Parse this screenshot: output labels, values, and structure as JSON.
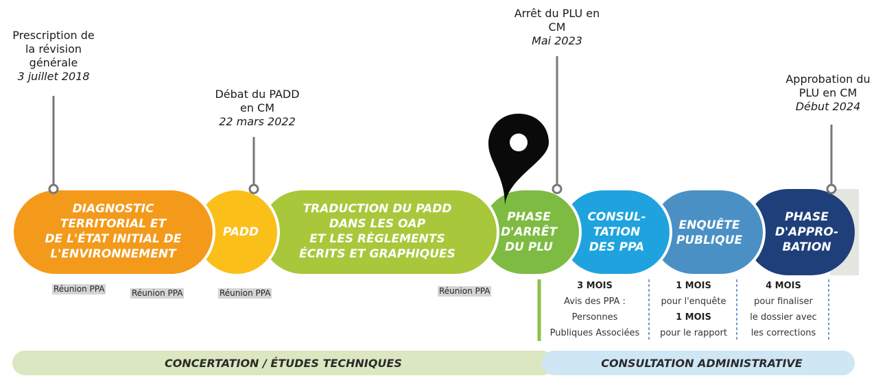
{
  "milestones": [
    {
      "lines": [
        "Prescription de",
        "la révision",
        "générale"
      ],
      "date": "3 juillet 2018"
    },
    {
      "lines": [
        "Débat du PADD",
        "en CM"
      ],
      "date": "22 mars 2022"
    },
    {
      "lines": [
        "Arrêt du PLU en",
        "CM"
      ],
      "date": "Mai 2023"
    },
    {
      "lines": [
        "Approbation du",
        "PLU en CM"
      ],
      "date": "Début 2024"
    }
  ],
  "stages": [
    {
      "lines": [
        "DIAGNOSTIC",
        "TERRITORIAL ET",
        "DE L'ÉTAT INITIAL DE",
        "L'ENVIRONNEMENT"
      ],
      "color": "#f39a1b"
    },
    {
      "lines": [
        "PADD"
      ],
      "color": "#fbbf1a"
    },
    {
      "lines": [
        "TRADUCTION DU PADD",
        "DANS LES OAP",
        "ET LES RÈGLEMENTS",
        "ÉCRITS ET GRAPHIQUES"
      ],
      "color": "#a9c73b"
    },
    {
      "lines": [
        "PHASE",
        "D'ARRÊT",
        "DU PLU"
      ],
      "color": "#7dbb42"
    },
    {
      "lines": [
        "CONSUL-",
        "TATION",
        "DES PPA"
      ],
      "color": "#1fa3de"
    },
    {
      "lines": [
        "ENQUÊTE",
        "PUBLIQUE"
      ],
      "color": "#4a90c5"
    },
    {
      "lines": [
        "PHASE",
        "D'APPRO-",
        "BATION"
      ],
      "color": "#1f3f7a"
    }
  ],
  "reunions": [
    "Réunion PPA",
    "Réunion PPA",
    "Réunion PPA",
    "Réunion PPA"
  ],
  "durations": [
    {
      "lines": [
        {
          "t": "3 MOIS",
          "b": true
        },
        {
          "t": "Avis des PPA :",
          "b": false
        },
        {
          "t": "Personnes",
          "b": false
        },
        {
          "t": "Publiques Associées",
          "b": false
        }
      ]
    },
    {
      "lines": [
        {
          "t": "1 MOIS",
          "b": true
        },
        {
          "t": "pour l'enquête",
          "b": false
        },
        {
          "t": "1 MOIS",
          "b": true
        },
        {
          "t": "pour le rapport",
          "b": false
        }
      ]
    },
    {
      "lines": [
        {
          "t": "4 MOIS",
          "b": true
        },
        {
          "t": "pour finaliser",
          "b": false
        },
        {
          "t": "le dossier avec",
          "b": false
        },
        {
          "t": "les corrections",
          "b": false
        }
      ]
    }
  ],
  "bars": {
    "left": "CONCERTATION / ÉTUDES TECHNIQUES",
    "right": "CONSULTATION ADMINISTRATIVE"
  },
  "colors": {
    "bar_left": "#dbe7c0",
    "bar_right": "#cfe6f4",
    "pin": "#0a0a0a",
    "divider_green": "#8dc049",
    "divider_blue": "#4a7bc0"
  },
  "icons": {
    "pin": "location-pin-icon"
  }
}
